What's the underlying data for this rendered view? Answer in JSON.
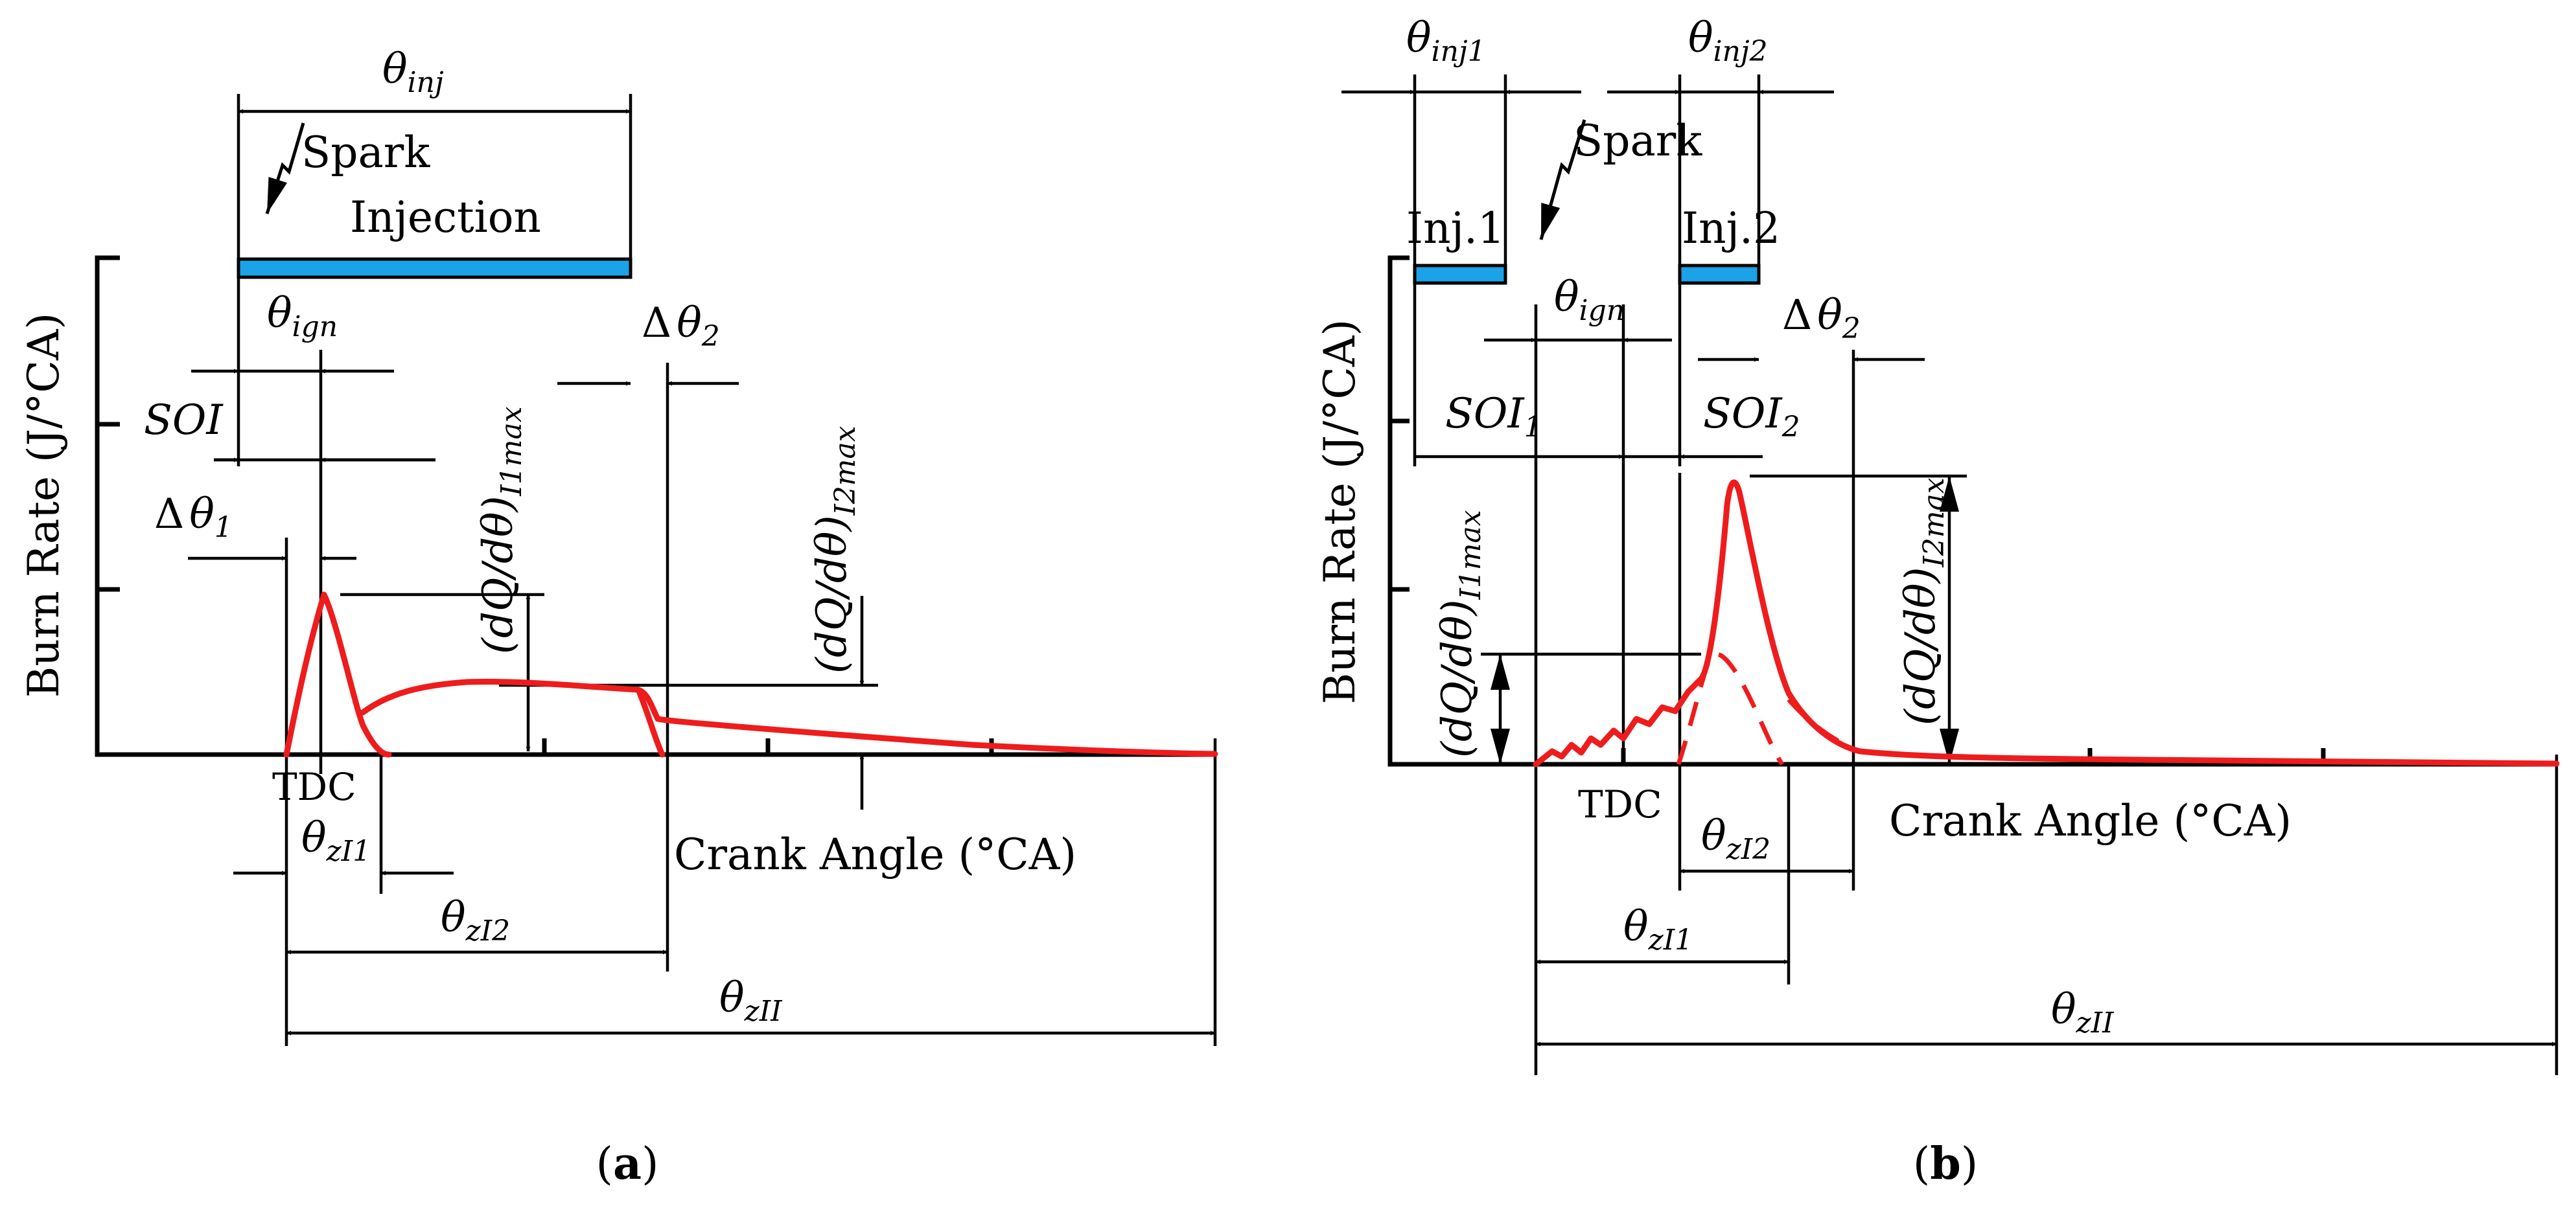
{
  "panel_a": {
    "caption_open": "(",
    "caption_letter": "a",
    "caption_close": ")",
    "y_axis_label": "Burn Rate (J/°CA)",
    "x_axis_label": "Crank Angle (°CA)",
    "spark": "Spark",
    "injection": "Injection",
    "tdc": "TDC",
    "soi": "SOI",
    "delta": "Δ",
    "theta": "θ",
    "sub_inj": "inj",
    "sub_ign": "ign",
    "sub_1": "1",
    "sub_2": "2",
    "sub_zi1": "zI1",
    "sub_zi2": "zI2",
    "sub_zii": "zII",
    "dq_base": "(dQ/dθ)",
    "sub_i1max": "I1max",
    "sub_i2max": "I2max"
  },
  "panel_b": {
    "caption_open": "(",
    "caption_letter": "b",
    "caption_close": ")",
    "y_axis_label": "Burn Rate (J/°CA)",
    "x_axis_label": "Crank Angle (°CA)",
    "spark": "Spark",
    "inj1": "Inj.1",
    "inj2": "Inj.2",
    "tdc": "TDC",
    "soi": "SOI",
    "delta": "Δ",
    "theta": "θ",
    "sub_inj1": "inj1",
    "sub_inj2": "inj2",
    "sub_ign": "ign",
    "sub_1": "1",
    "sub_2": "2",
    "sub_zi1": "zI1",
    "sub_zi2": "zI2",
    "sub_zii": "zII",
    "dq_base": "(dQ/dθ)",
    "sub_i1max": "I1max",
    "sub_i2max": "I2max"
  },
  "colors": {
    "curve": "#ee1c1c",
    "injection_bar": "#1aa3e8",
    "line": "#000000"
  }
}
